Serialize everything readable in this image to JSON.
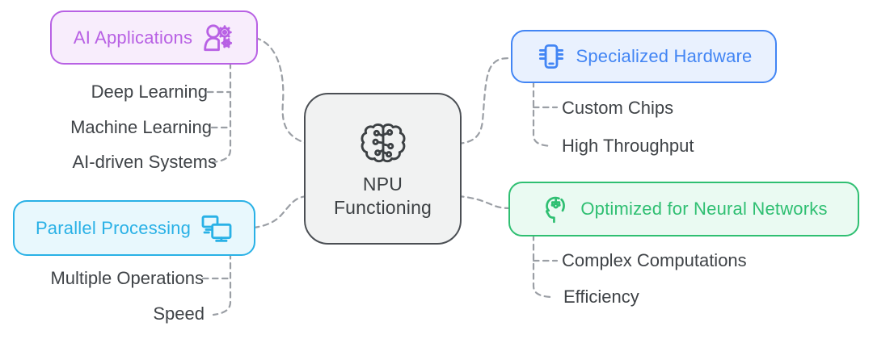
{
  "center": {
    "line1": "NPU",
    "line2": "Functioning",
    "icon": "brain-circuit-icon",
    "border": "#4b4f54",
    "fill": "#f1f2f2",
    "text": "#3c4043"
  },
  "colors": {
    "connector": "#9b9fa5",
    "leaf_text": "#3f4347",
    "background": "#ffffff"
  },
  "branches": [
    {
      "label": "AI Applications",
      "icon": "person-gears-icon",
      "color": "#b861e4",
      "fill": "#f8edfc",
      "items": [
        "Deep Learning",
        "Machine Learning",
        "AI-driven Systems"
      ]
    },
    {
      "label": "Parallel Processing",
      "icon": "dual-monitors-icon",
      "color": "#29b1e6",
      "fill": "#e8f8fd",
      "items": [
        "Multiple Operations",
        "Speed"
      ]
    },
    {
      "label": "Specialized Hardware",
      "icon": "microchip-icon",
      "color": "#4285f4",
      "fill": "#e9f1fe",
      "items": [
        "Custom Chips",
        "High Throughput"
      ]
    },
    {
      "label": "Optimized for Neural Networks",
      "icon": "ai-head-icon",
      "color": "#2fbf72",
      "fill": "#eafaf2",
      "items": [
        "Complex Computations",
        "Efficiency"
      ]
    }
  ]
}
